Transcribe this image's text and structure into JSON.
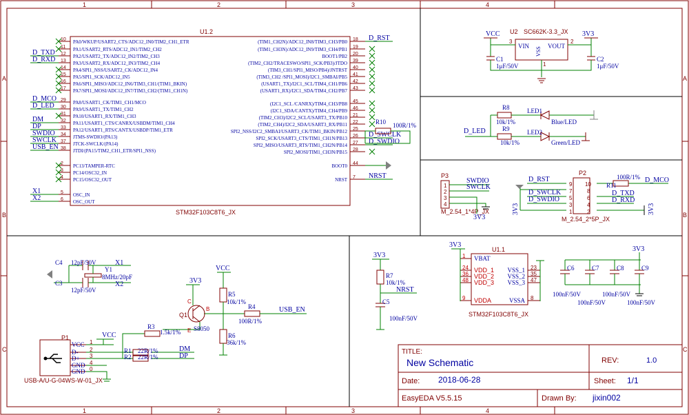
{
  "border": {
    "columns": [
      "1",
      "2",
      "3",
      "4"
    ],
    "rows": [
      "A",
      "B",
      "C"
    ]
  },
  "title_block": {
    "title_label": "TITLE:",
    "title": "New Schematic",
    "rev_label": "REV:",
    "rev": "1.0",
    "date_label": "Date:",
    "date": "2018-06-28",
    "sheet_label": "Sheet:",
    "sheet": "1/1",
    "app": "EasyEDA V5.5.15",
    "drawn_label": "Drawn By:",
    "drawn": "jixin002"
  },
  "mcu": {
    "designator": "U1.2",
    "part": "STM32F103C8T6_JX",
    "left_pins": [
      {
        "num": "10",
        "name": "PA0/WKUP/USART2_CTS/ADC12_IN0/TIM2_CH1_ETR",
        "net": ""
      },
      {
        "num": "11",
        "name": "PA1/USART2_RTS/ADC12_IN1/TIM2_CH2",
        "net": ""
      },
      {
        "num": "12",
        "name": "PA2/USART2_TX/ADC12_IN2/TIM2_CH3",
        "net": "D_TXD"
      },
      {
        "num": "13",
        "name": "PA3/USART2_RX/ADC12_IN3/TIM2_CH4",
        "net": "D_RXD"
      },
      {
        "num": "14",
        "name": "PA4/SPI1_NSS/USART2_CK/ADC12_IN4",
        "net": ""
      },
      {
        "num": "15",
        "name": "PA5/SPI1_SCK/ADC12_IN5",
        "net": ""
      },
      {
        "num": "16",
        "name": "PA6/SPI1_MISO/ADC12_IN6/TIM3_CH1/(TIM1_BKIN)",
        "net": ""
      },
      {
        "num": "17",
        "name": "PA7/SPI1_MOSI/ADC12_IN7/TIM3_CH2/(TIM1_CH1N)",
        "net": ""
      },
      {
        "num": "29",
        "name": "PA8/USART1_CK/TIM1_CH1/MCO",
        "net": "D_MCO"
      },
      {
        "num": "30",
        "name": "PA9/USART1_TX/TIM1_CH2",
        "net": "D_LED"
      },
      {
        "num": "31",
        "name": "PA10/USART1_RX/TIM1_CH3",
        "net": ""
      },
      {
        "num": "32",
        "name": "PA11/USART1_CTS/CANRX/USBDM/TIM1_CH4",
        "net": "DM"
      },
      {
        "num": "33",
        "name": "PA12/USART1_RTS/CANTX/USBDP/TIM1_ETR",
        "net": "DP"
      },
      {
        "num": "34",
        "name": "JTMS-SWDIO/(PA13)",
        "net": "SWDIO"
      },
      {
        "num": "37",
        "name": "JTCK-SWCLK/(PA14)",
        "net": "SWCLK"
      },
      {
        "num": "38",
        "name": "JTDI/(PA15/TIM2_CH1_ETR/SPI1_NSS)",
        "net": "USB_EN"
      },
      {
        "num": "2",
        "name": "PC13/TAMPER-RTC",
        "net": ""
      },
      {
        "num": "3",
        "name": "PC14/OSC32_IN",
        "net": ""
      },
      {
        "num": "4",
        "name": "PC15/OSC32_OUT",
        "net": ""
      },
      {
        "num": "5",
        "name": "OSC_IN",
        "net": "X1"
      },
      {
        "num": "6",
        "name": "OSC_OUT",
        "net": "X2"
      }
    ],
    "right_pins": [
      {
        "num": "18",
        "name": "(TIM1_CH2N)/ADC12_IN8/TIM3_CH3/PB0",
        "net": "D_RST"
      },
      {
        "num": "19",
        "name": "(TIM1_CH3N)/ADC12_IN9/TIM3_CH4/PB1",
        "net": ""
      },
      {
        "num": "20",
        "name": "BOOT1/PB2",
        "net": ""
      },
      {
        "num": "39",
        "name": "(TIM2_CH2/TRACESWO/SPI1_SCK/PB3)/JTDO",
        "net": ""
      },
      {
        "num": "40",
        "name": "(TIM3_CH1/SPI1_MISO/PB4)/JNTRST",
        "net": ""
      },
      {
        "num": "41",
        "name": "(TIM3_CH2 /SPI1_MOSI)/I2C1_SMBAI/PB5",
        "net": ""
      },
      {
        "num": "42",
        "name": "(USART1_TX)/I2C1_SCL/TIM4_CH1/PB6",
        "net": ""
      },
      {
        "num": "43",
        "name": "(USART1_RX)/I2C1_SDA/TIM4_CH2/PB7",
        "net": ""
      },
      {
        "num": "45",
        "name": "(I2C1_SCL /CANRX)/TIM4_CH3/PB8",
        "net": ""
      },
      {
        "num": "46",
        "name": "(I2C1_SDA/CANTX)/TIM4_CH4/PB9",
        "net": ""
      },
      {
        "num": "21",
        "name": "(TIM2_CH3)/I2C2_SCL/USART3_TX/PB10",
        "net": ""
      },
      {
        "num": "22",
        "name": "(TIM2_CH4)/I2C2_SDA/USART3_RX/PB11",
        "net": ""
      },
      {
        "num": "25",
        "name": "SPI2_NSS/I2C2_SMBAI/USART3_CK/TIM1_BKIN/PB12",
        "net": ""
      },
      {
        "num": "26",
        "name": "SPI2_SCK/USART3_CTS/TIM1_CH1N/PB13",
        "net": "D_SWCLK"
      },
      {
        "num": "27",
        "name": "SPI2_MISO/USART3_RTS/TIM1_CH2N/PB14",
        "net": "D_SWDIO"
      },
      {
        "num": "28",
        "name": "SPI2_MOSI/TIM1_CH3N/PB15",
        "net": ""
      },
      {
        "num": "44",
        "name": "BOOT0",
        "net": ""
      },
      {
        "num": "7",
        "name": "NRST",
        "net": "NRST"
      }
    ],
    "r10": {
      "ref": "R10",
      "value": "100R/1%"
    }
  },
  "ldo": {
    "ref": "U2",
    "part": "SC662K-3.3_JX",
    "vin": "VIN",
    "vout": "VOUT",
    "vss": "VSS",
    "pin_in": "3",
    "pin_out": "2",
    "pin_gnd": "1",
    "vin_net": "VCC",
    "vout_net": "3V3",
    "c1": "C1",
    "c1_val": "1μF/50V",
    "c2": "C2",
    "c2_val": "1μF/50V"
  },
  "leds": {
    "r8": "R8",
    "r8_val": "10k/1%",
    "led1": "LED1",
    "led1_val": "Blue/LED",
    "r9": "R9",
    "r9_val": "10k/1%",
    "led2": "LED2",
    "led2_val": "Green/LED",
    "net": "D_LED"
  },
  "p3": {
    "ref": "P3",
    "part": "M_2.54_1*4P_JX",
    "pins": [
      "1",
      "2",
      "3",
      "4"
    ],
    "nets": [
      "SWDIO",
      "SWCLK"
    ],
    "power": "3V3"
  },
  "p2": {
    "ref": "P2",
    "part": "M_2.54_2*5P_JX",
    "left_pins": [
      "1",
      "3",
      "5",
      "7",
      "9"
    ],
    "right_pins": [
      "2",
      "4",
      "6",
      "8",
      "10"
    ],
    "left_nets": [
      "D_RST",
      "D_SWCLK",
      "D_SWDIO"
    ],
    "right_nets": [
      "D_MCO",
      "D_TXD",
      "D_RXD"
    ],
    "r11": "R11",
    "r11_val": "100R/1%",
    "power": "3V3"
  },
  "crystal": {
    "c4": "C4",
    "c4_val": "12pF/50V",
    "c3": "C3",
    "c3_val": "12pF/50V",
    "y1": "Y1",
    "y1_val": "8MHz/20pF",
    "x1": "X1",
    "x2": "X2"
  },
  "usb_ctl": {
    "vcc": "VCC",
    "v33": "3V3",
    "r5": "R5",
    "r5_val": "10k/1%",
    "r6": "R6",
    "r6_val": "36k/1%",
    "r4": "R4",
    "r4_val": "100R/1%",
    "q1": "Q1",
    "q1_val": "S8050",
    "b": "B",
    "c": "C",
    "e": "E",
    "net": "USB_EN"
  },
  "usb": {
    "ref": "P1",
    "part": "USB-A/U-G-04WS-W-01_JX",
    "pins": [
      {
        "name": "VCC",
        "num": "1"
      },
      {
        "name": "D-",
        "num": "2"
      },
      {
        "name": "D+",
        "num": "3"
      },
      {
        "name": "GND",
        "num": "4"
      },
      {
        "name": "GND",
        "num": "0"
      }
    ],
    "vcc": "VCC",
    "r1": "R1",
    "r1_val": "22R/1%",
    "r2": "R2",
    "r2_val": "22R/1%",
    "r3": "R3",
    "r3_val": "1.5k/1%",
    "dm": "DM",
    "dp": "DP"
  },
  "reset": {
    "power": "3V3",
    "r7": "R7",
    "r7_val": "10k/1%",
    "c5": "C5",
    "c5_val": "100nF/50V",
    "net": "NRST"
  },
  "power_unit": {
    "ref": "U1.1",
    "part": "STM32F103C8T6_JX",
    "power": "3V3",
    "left": [
      {
        "num": "1",
        "name": "VBAT"
      },
      {
        "num": "24",
        "name": "VDD_1"
      },
      {
        "num": "36",
        "name": "VDD_2"
      },
      {
        "num": "48",
        "name": "VDD_3"
      },
      {
        "num": "9",
        "name": "VDDA"
      }
    ],
    "right": [
      {
        "num": "23",
        "name": "VSS_1"
      },
      {
        "num": "35",
        "name": "VSS_2"
      },
      {
        "num": "47",
        "name": "VSS_3"
      },
      {
        "num": "8",
        "name": "VSSA"
      }
    ]
  },
  "decoupling": {
    "power": "3V3",
    "caps": [
      {
        "ref": "C6",
        "val": "100nF/50V"
      },
      {
        "ref": "C7",
        "val": "100nF/50V"
      },
      {
        "ref": "C8",
        "val": "100nF/50V"
      },
      {
        "ref": "C9",
        "val": "100nF/50V"
      }
    ]
  }
}
